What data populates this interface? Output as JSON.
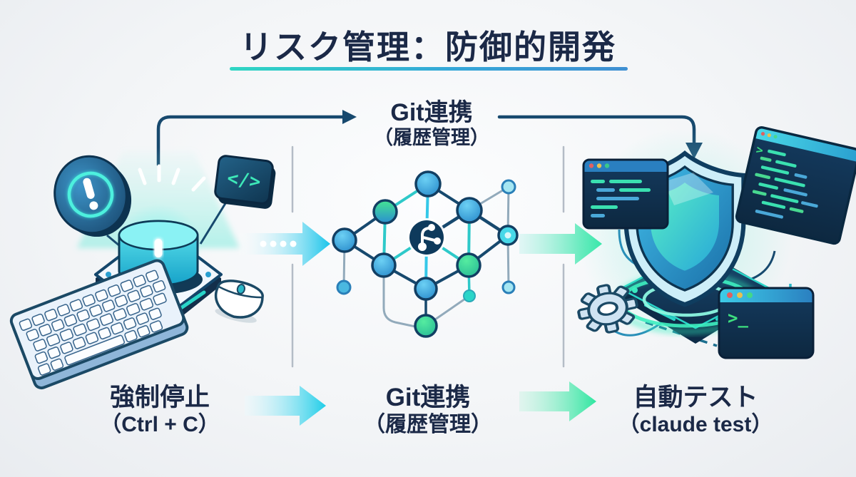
{
  "title": {
    "text": "リスク管理：防御的開発"
  },
  "top_flow": {
    "label": "Git連携",
    "sublabel": "（履歴管理）"
  },
  "steps": [
    {
      "id": "force-stop",
      "label": "強制停止",
      "sublabel": "（Ctrl + C）"
    },
    {
      "id": "git-integration",
      "label": "Git連携",
      "sublabel": "（履歴管理）"
    },
    {
      "id": "auto-test",
      "label": "自動テスト",
      "sublabel": "（claude test）"
    }
  ],
  "illustrations": {
    "left": {
      "name": "emergency-stop-scene",
      "icons": [
        "warning-coin-icon",
        "emergency-stop-button-icon",
        "code-badge-icon",
        "keyboard-icon",
        "mouse-icon"
      ],
      "code_badge_glyph": "</>"
    },
    "middle": {
      "name": "git-network-graph",
      "center_icon": "git-branch-icon"
    },
    "right": {
      "name": "shield-test-scene",
      "icons": [
        "code-window-icon",
        "tilted-code-window-icon",
        "shield-icon",
        "gear-icon",
        "terminal-window-icon"
      ],
      "terminal_prompt": ">_",
      "code_prompt": ">"
    }
  },
  "colors": {
    "text_navy": "#1b2947",
    "line_navy": "#17496e",
    "cyan": "#24c8e8",
    "teal": "#2ec9c9",
    "green": "#2ee6a0",
    "underline_left": "#2fd6c3",
    "underline_right": "#3f8fd2",
    "divider_gray": "#b4bcc6"
  }
}
